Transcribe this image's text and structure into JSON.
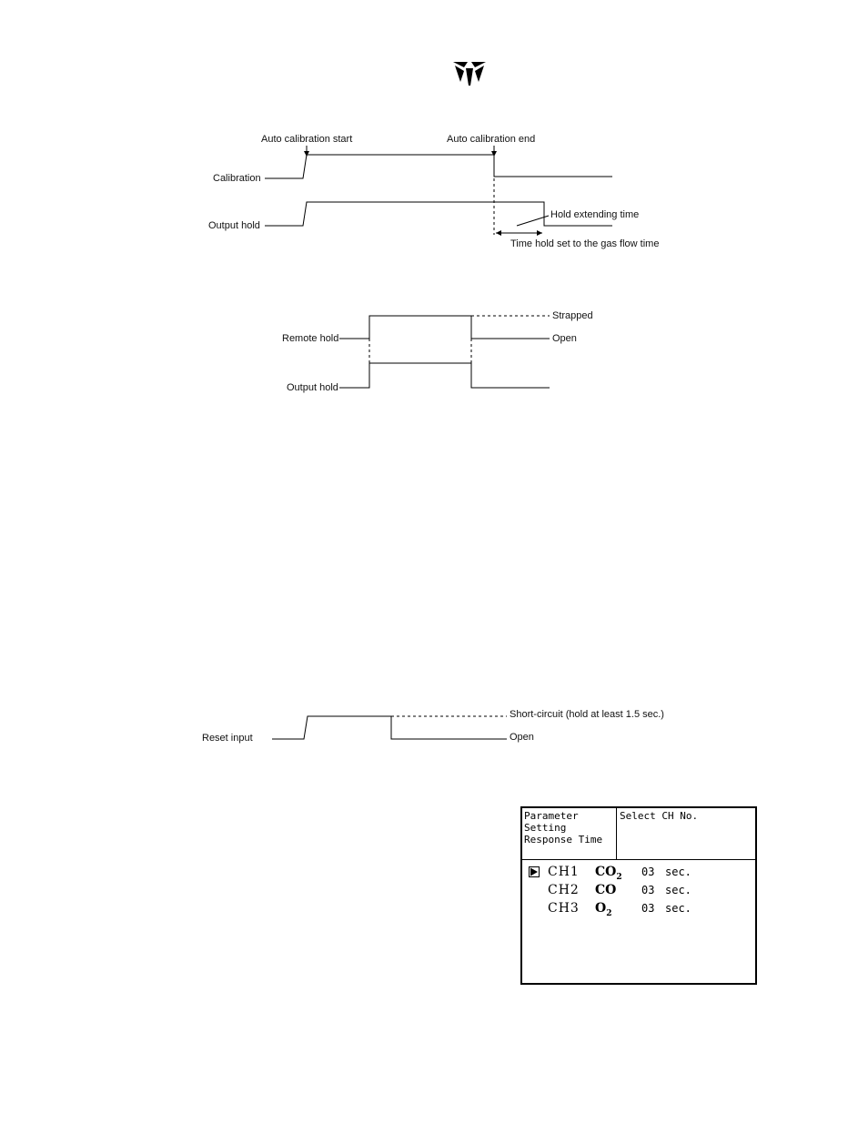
{
  "logo": {
    "icon": "teledyne-logo-icon"
  },
  "diagram1": {
    "start_label": "Auto calibration start",
    "end_label": "Auto calibration end",
    "calibration_label": "Calibration",
    "output_hold_label": "Output hold",
    "hold_extending_label": "Hold extending time",
    "gas_flow_label": "Time hold set to the gas flow time"
  },
  "diagram2": {
    "remote_hold_label": "Remote hold",
    "output_hold_label": "Output hold",
    "strapped_label": "Strapped",
    "open_label": "Open"
  },
  "diagram3": {
    "reset_input_label": "Reset input",
    "short_circuit_label": "Short-circuit (hold at least 1.5 sec.)",
    "open_label": "Open"
  },
  "lcd": {
    "header_left": [
      "Parameter",
      "Setting",
      "Response Time"
    ],
    "header_right": "Select CH No.",
    "rows": [
      {
        "channel": "CH1",
        "gas": "CO",
        "sub": "2",
        "value": "03",
        "unit": "sec.",
        "selected": true
      },
      {
        "channel": "CH2",
        "gas": "CO",
        "sub": "",
        "value": "03",
        "unit": "sec.",
        "selected": false
      },
      {
        "channel": "CH3",
        "gas": "O",
        "sub": "2",
        "value": "03",
        "unit": "sec.",
        "selected": false
      }
    ]
  }
}
